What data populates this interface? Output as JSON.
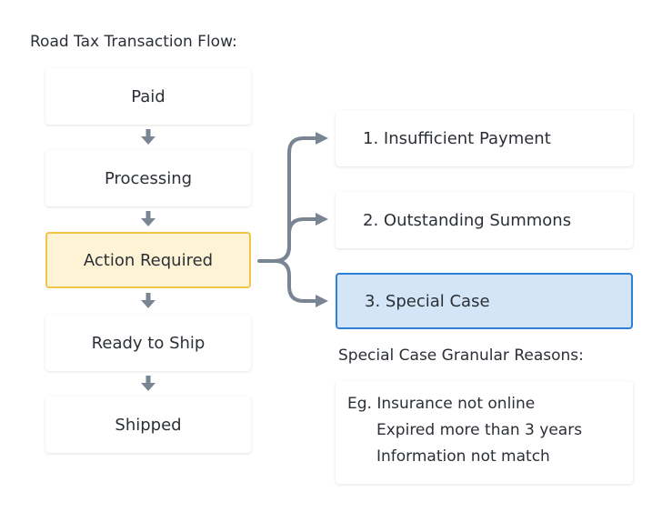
{
  "title": "Road Tax Transaction Flow:",
  "steps": [
    "Paid",
    "Processing",
    "Action Required",
    "Ready to Ship",
    "Shipped"
  ],
  "branches": [
    "1.  Insufficient Payment",
    "2.  Outstanding Summons",
    "3.  Special Case"
  ],
  "reasons": {
    "title": "Special Case Granular Reasons:",
    "lines": [
      "Eg. Insurance not online",
      "Expired more than 3 years",
      "Information not match"
    ]
  },
  "colors": {
    "arrow": "#7a8594",
    "highlight_yellow": "#fff3d6",
    "highlight_yellow_border": "#f2c447",
    "highlight_blue": "#d3e5f6",
    "highlight_blue_border": "#2f7ed8"
  }
}
